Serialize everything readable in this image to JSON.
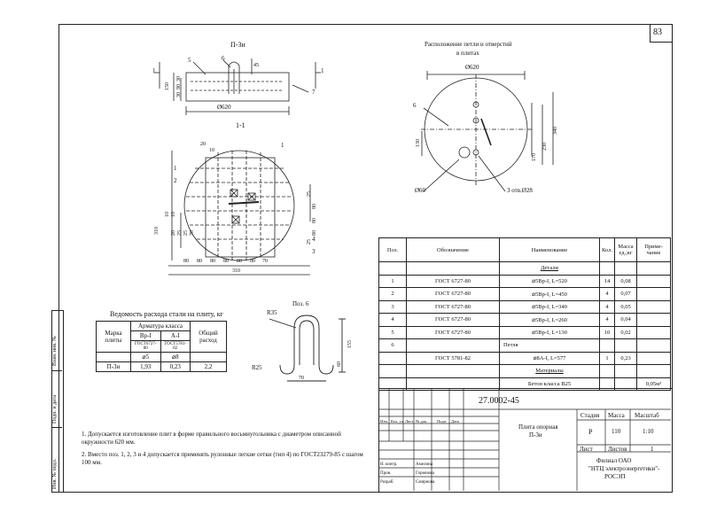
{
  "page": {
    "number": "83"
  },
  "sidebar": {
    "labels": [
      "Инв. № подл.",
      "Подп. и дата",
      "Взам. инв. №"
    ]
  },
  "drawing_top_left": {
    "title": "П-3и",
    "dim_diameter": "Ø620",
    "dims_left": [
      "150",
      "30",
      "90",
      "30"
    ],
    "callouts": [
      "1",
      "1",
      "5",
      "6",
      "7"
    ],
    "callout_45": "45"
  },
  "section_1_1": {
    "title": "1-1",
    "callouts": [
      "1",
      "1",
      "2",
      "3",
      "4",
      "20"
    ],
    "dims_top": "10",
    "dims_left": [
      "310",
      "10",
      "10",
      "20",
      "25",
      "25",
      "70"
    ],
    "dims_right": [
      "25",
      "80",
      "80",
      "80",
      "25"
    ],
    "dims_bottom": [
      "80",
      "80",
      "80",
      "80",
      "80",
      "80",
      "70"
    ],
    "dims_total": "310"
  },
  "hole_layout": {
    "title_line1": "Расположение петли и отверстий",
    "title_line2": "в плитах",
    "dim_diameter": "Ø620",
    "callout": "6",
    "dims_right": [
      "170",
      "230",
      "340"
    ],
    "dim_left": "130",
    "label_hole": "Ø60",
    "label_holes": "3 отв.Ø28"
  },
  "steel_table": {
    "title": "Ведомость расхода стали на плиту, кг",
    "col_mark": "Марка плиты",
    "col_group": "Арматура класса",
    "col_a": "Вр-I",
    "col_b": "A-I",
    "col_total": "Общий расход",
    "gost_a": "ГОСТ6727-80",
    "gost_b": "ГОСТ5781-82",
    "size_a": "⌀5",
    "size_b": "⌀8",
    "row": {
      "mark": "П-3и",
      "a": "1,93",
      "b": "0,23",
      "total": "2,2"
    }
  },
  "pos6": {
    "title": "Поз. 6",
    "r_top": "R35",
    "r_bottom": "R25",
    "dim_height": "155",
    "dim_small": "60",
    "dim_width": "70"
  },
  "spec_table": {
    "headers": {
      "pos": "Поз.",
      "designation": "Обозначение",
      "name": "Наименование",
      "qty": "Кол.",
      "mass": "Масса ед.,кг",
      "note": "Приме- чание"
    },
    "section_details": "Детали",
    "rows": [
      {
        "pos": "1",
        "designation": "ГОСТ 6727-80",
        "name": "⌀5Вр-I, L=520",
        "qty": "14",
        "mass": "0,08"
      },
      {
        "pos": "2",
        "designation": "ГОСТ 6727-80",
        "name": "⌀5Вр-I, L=450",
        "qty": "4",
        "mass": "0,07"
      },
      {
        "pos": "3",
        "designation": "ГОСТ 6727-80",
        "name": "⌀5Вр-I, L=340",
        "qty": "4",
        "mass": "0,05"
      },
      {
        "pos": "4",
        "designation": "ГОСТ 6727-80",
        "name": "⌀5Вр-I, L=260",
        "qty": "4",
        "mass": "0,04"
      },
      {
        "pos": "5",
        "designation": "ГОСТ 6727-80",
        "name": "⌀5Вр-I, L=130",
        "qty": "10",
        "mass": "0,02"
      }
    ],
    "row6": {
      "pos": "6",
      "name": "Петля"
    },
    "row6b": {
      "designation": "ГОСТ 5781-82",
      "name": "⌀8А-I, L=577",
      "qty": "1",
      "mass": "0,23"
    },
    "section_materials": "Материалы",
    "material": {
      "name": "Бетон класса В25",
      "note": "0,05м³"
    }
  },
  "notes": [
    "1. Допускается изготовление плит в форме правильного восьмиугольника с диаметром описанной окружности 620 мм.",
    "2. Вместо поз. 1, 2, 3 и 4 допускается применять рулонные легкие сетки (тип 4) по ГОСТ23279-85 с шагом 100 мм."
  ],
  "title_block": {
    "code": "27.0002-45",
    "cols": [
      "Изм.",
      "Кол. уч",
      "Лист",
      "№ док.",
      "Подп.",
      "Дата"
    ],
    "people": [
      {
        "role": "Н. контр.",
        "name": "Амелина"
      },
      {
        "role": "Пров.",
        "name": "Горюнова"
      },
      {
        "role": "Разраб.",
        "name": "Смирнова"
      }
    ],
    "product_line1": "Плита опорная",
    "product_line2": "П-3и",
    "stage_label": "Стадия",
    "mass_label": "Масса",
    "scale_label": "Масштаб",
    "stage": "Р",
    "mass": "110",
    "scale": "1:10",
    "sheet_label": "Лист",
    "sheets_label": "Листов",
    "sheets": "1",
    "org_line1": "Филиал ОАО",
    "org_line2": "\"НТЦ электроэнергетики\"-",
    "org_line3": "РОСЭП"
  }
}
